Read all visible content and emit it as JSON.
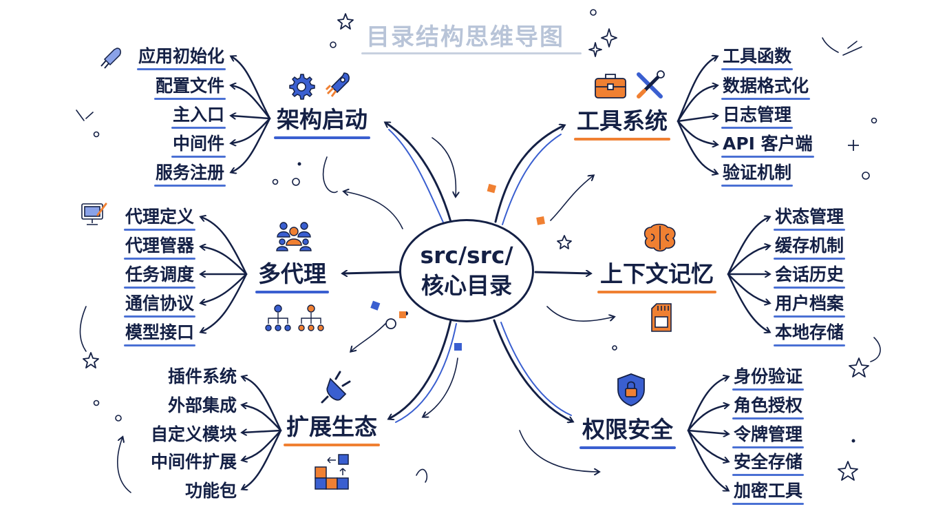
{
  "title": "目录结构思维导图",
  "center": {
    "line1": "src/src/",
    "line2": "核心目录"
  },
  "colors": {
    "ink": "#142045",
    "blue": "#3a5fd0",
    "orange": "#f08032",
    "title": "#b8c4d8"
  },
  "branches": {
    "arch": {
      "label": "架构启动",
      "icons": [
        "gear-icon",
        "rocket-icon"
      ],
      "items": [
        "应用初始化",
        "配置文件",
        "主入口",
        "中间件",
        "服务注册"
      ]
    },
    "tools": {
      "label": "工具系统",
      "icons": [
        "toolbox-icon",
        "wrench-screwdriver-icon"
      ],
      "items": [
        "工具函数",
        "数据格式化",
        "日志管理",
        "API 客户端",
        "验证机制"
      ]
    },
    "agent": {
      "label": "多代理",
      "icons": [
        "team-icon",
        "hierarchy-icon"
      ],
      "items": [
        "代理定义",
        "代理管器",
        "任务调度",
        "通信协议",
        "模型接口"
      ]
    },
    "memory": {
      "label": "上下文记忆",
      "icons": [
        "brain-icon",
        "sd-card-icon"
      ],
      "items": [
        "状态管理",
        "缓存机制",
        "会话历史",
        "用户档案",
        "本地存储"
      ]
    },
    "ext": {
      "label": "扩展生态",
      "icons": [
        "plug-icon",
        "puzzle-blocks-icon"
      ],
      "items": [
        "插件系统",
        "外部集成",
        "自定义模块",
        "中间件扩展",
        "功能包"
      ]
    },
    "perm": {
      "label": "权限安全",
      "icons": [
        "shield-lock-icon"
      ],
      "items": [
        "身份验证",
        "角色授权",
        "令牌管理",
        "安全存储",
        "加密工具"
      ]
    }
  }
}
